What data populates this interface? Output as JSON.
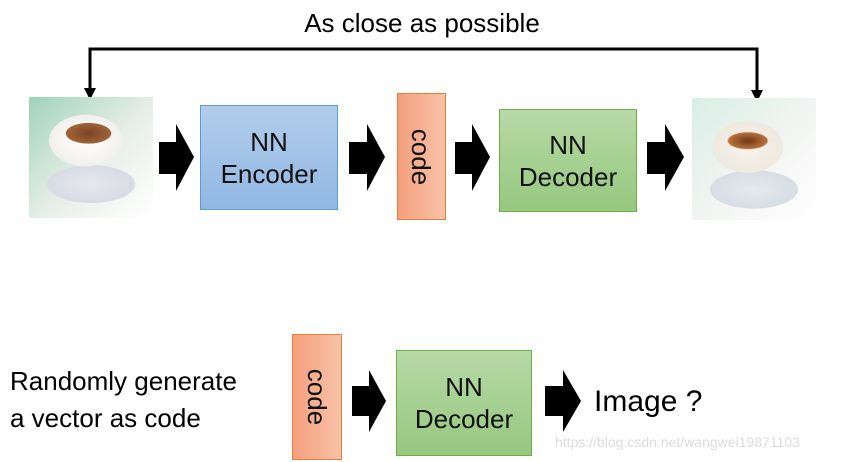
{
  "top": {
    "title": "As close as possible",
    "encoder_label_1": "NN",
    "encoder_label_2": "Encoder",
    "code_label": "code",
    "decoder_label_1": "NN",
    "decoder_label_2": "Decoder"
  },
  "bottom": {
    "caption_line_1": "Randomly generate",
    "caption_line_2": "a vector as code",
    "code_label": "code",
    "decoder_label_1": "NN",
    "decoder_label_2": "Decoder",
    "output_label": "Image ?"
  },
  "watermark": "https://blog.csdn.net/wangwei19871103",
  "colors": {
    "encoder": "#9dc3e6",
    "decoder": "#a9d18e",
    "code": "#f4b183"
  }
}
